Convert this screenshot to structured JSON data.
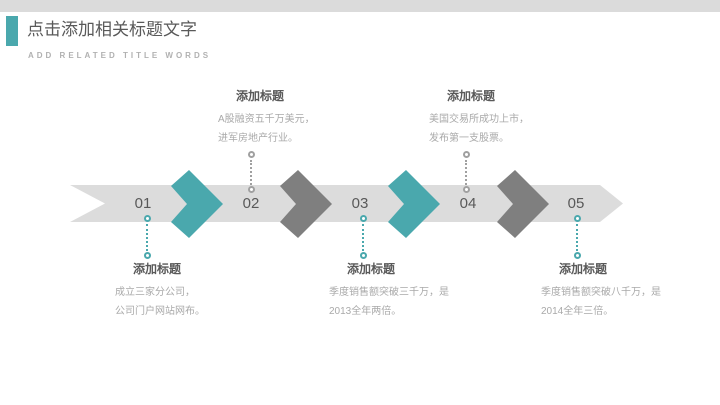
{
  "header": {
    "title": "点击添加相关标题文字",
    "subtitle": "ADD RELATED TITLE WORDS"
  },
  "colors": {
    "teal": "#4AA8AD",
    "gray": "#7F7F7F",
    "band": "#DCDCDC",
    "strip": "#DBDBDB",
    "text-dark": "#595959",
    "text-light": "#A9A9A9",
    "text-faint": "#B1B1B1",
    "connector-gray": "#A0A0A0"
  },
  "timeline": {
    "milestones": [
      {
        "number": "01",
        "heading": "添加标题",
        "line1": "成立三家分公司，",
        "line2": "公司门户网站网布。",
        "position": "below"
      },
      {
        "number": "02",
        "heading": "添加标题",
        "line1": "A股融资五千万美元，",
        "line2": "进军房地产行业。",
        "position": "above"
      },
      {
        "number": "03",
        "heading": "添加标题",
        "line1": "季度销售额突破三千万，是",
        "line2": "2013全年两倍。",
        "position": "below"
      },
      {
        "number": "04",
        "heading": "添加标题",
        "line1": "美国交易所成功上市，",
        "line2": "发布第一支股票。",
        "position": "above"
      },
      {
        "number": "05",
        "heading": "添加标题",
        "line1": "季度销售额突破八千万，是",
        "line2": "2014全年三倍。",
        "position": "below"
      }
    ]
  }
}
